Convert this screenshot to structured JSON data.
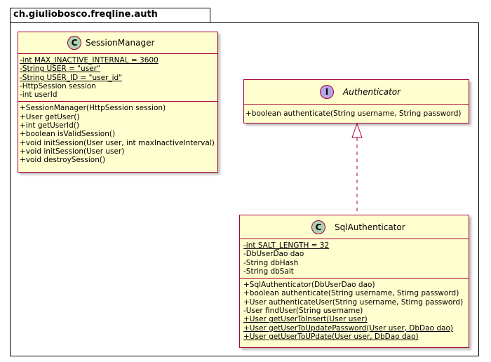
{
  "package": {
    "name": "ch.giuliobosco.freqline.auth"
  },
  "classes": {
    "session_manager": {
      "name": "SessionManager",
      "badge": "C",
      "fields": [
        {
          "text": "-int MAX_INACTIVE_INTERNAL = 3600",
          "static": true
        },
        {
          "text": "-String USER = \"user\"",
          "static": true
        },
        {
          "text": "-String USER_ID = \"user_id\"",
          "static": true
        },
        {
          "text": "-HttpSession session",
          "static": false
        },
        {
          "text": "-int userId",
          "static": false
        }
      ],
      "methods": [
        {
          "text": "+SessionManager(HttpSession session)",
          "static": false
        },
        {
          "text": "+User getUser()",
          "static": false
        },
        {
          "text": "+int getUserId()",
          "static": false
        },
        {
          "text": "+boolean isValidSession()",
          "static": false
        },
        {
          "text": "+void initSession(User user, int maxInactiveInterval)",
          "static": false
        },
        {
          "text": "+void initSession(User user)",
          "static": false
        },
        {
          "text": "+void destroySession()",
          "static": false
        }
      ]
    },
    "authenticator": {
      "name": "Authenticator",
      "badge": "I",
      "methods": [
        {
          "text": "+boolean authenticate(String username, String password)",
          "static": false
        }
      ]
    },
    "sql_authenticator": {
      "name": "SqlAuthenticator",
      "badge": "C",
      "fields": [
        {
          "text": "-int SALT_LENGTH = 32",
          "static": true
        },
        {
          "text": "-DbUserDao dao",
          "static": false
        },
        {
          "text": "-String dbHash",
          "static": false
        },
        {
          "text": "-String dbSalt",
          "static": false
        }
      ],
      "methods": [
        {
          "text": "+SqlAuthenticator(DbUserDao dao)",
          "static": false
        },
        {
          "text": "+boolean authenticate(String username, Stirng password)",
          "static": false
        },
        {
          "text": "+User authenticateUser(String username, Stirng password)",
          "static": false
        },
        {
          "text": "-User findUser(String username)",
          "static": false
        },
        {
          "text": "+User getUserToInsert(User user)",
          "static": true
        },
        {
          "text": "+User getUserToUpdatePassword(User user, DbDao dao)",
          "static": true
        },
        {
          "text": "+User getUserToUPdate(User user, DbDao dao)",
          "static": true
        }
      ]
    }
  },
  "colors": {
    "class_fill": "#fefece",
    "class_border": "#a80036",
    "class_badge": "#add1b2",
    "interface_badge": "#b4a7e5"
  }
}
